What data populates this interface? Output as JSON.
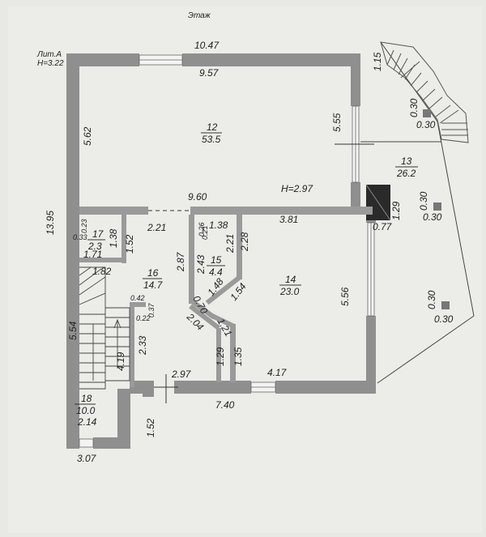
{
  "title": "Этаж",
  "building": {
    "lit": "Лит.А",
    "height": "H=3.22"
  },
  "rooms": [
    {
      "num": "12",
      "area": "53.5"
    },
    {
      "num": "13",
      "area": "26.2"
    },
    {
      "num": "14",
      "area": "23.0"
    },
    {
      "num": "15",
      "area": "4.4"
    },
    {
      "num": "16",
      "area": "14.7"
    },
    {
      "num": "17",
      "area": "2.3"
    },
    {
      "num": "18",
      "area": "10.0"
    }
  ],
  "ceiling": "H=2.97",
  "dims": {
    "top_outer": "10.47",
    "top_inner": "9.57",
    "room12_left": "5.62",
    "room12_right": "5.55",
    "room12_bottom": "9.60",
    "left_outer": "13.95",
    "stair_top": "1.15",
    "col_top": "0.30",
    "col_top_v": "0.30",
    "col_mid": "0.30",
    "col_mid_v": "0.30",
    "col_bot": "0.30",
    "col_bot_v": "0.30",
    "chimney_v": "1.29",
    "chimney_h": "0.77",
    "room14_top": "3.81",
    "room14_right": "5.56",
    "room14_bottom": "4.17",
    "r17_small": "0.33",
    "r17_tiny": "0.23",
    "r17_h": "1.38",
    "r17_bottom": "1.71",
    "r17_right": "1.52",
    "corridor_top": "2.21",
    "r15_top": "1.38",
    "r15_a": "0.26",
    "r15_b": "0.21",
    "r15_left": "2.43",
    "r15_right": "2.21",
    "r15_diag1": "1.48",
    "r15_diag2": "1.54",
    "r15_diag3": "0.70",
    "r16_left": "2.87",
    "r14_left": "2.28",
    "r16_top": "1.82",
    "r16_small1": "0.42",
    "r16_small2": "0.37",
    "r16_small3": "0.22",
    "r16_h": "2.33",
    "diag_a": "2.04",
    "diag_b": "1.21",
    "v129": "1.29",
    "v135": "1.35",
    "b297": "2.97",
    "stair_len": "5.54",
    "stair_w": "4.19",
    "r18_w": "2.14",
    "bottom_total": "7.40",
    "bottom_step": "1.52",
    "bottom_left": "3.07"
  }
}
